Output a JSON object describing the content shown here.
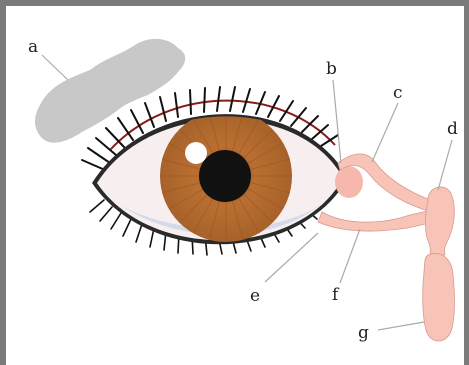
{
  "labels": {
    "a": "a",
    "b": "b",
    "c": "c",
    "d": "d",
    "e": "e",
    "f": "f",
    "g": "g"
  },
  "colors": {
    "frame": "#7a7a7a",
    "lacrimal_gland": "#c8c8c8",
    "iris": "#b06a2e",
    "pupil": "#111111",
    "sclera": "#f6eeee",
    "duct": "#f9c4b8",
    "lashes": "#111111",
    "leader_lines": "#aaaaaa"
  }
}
